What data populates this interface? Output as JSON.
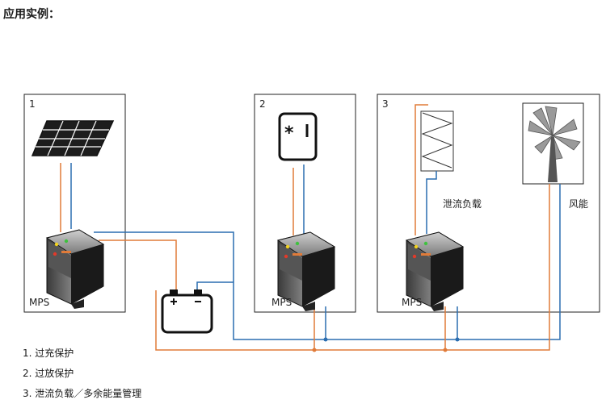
{
  "title": "应用实例：",
  "panels": [
    {
      "number": "1",
      "device_label": "MPS"
    },
    {
      "number": "2",
      "device_label": "MPS"
    },
    {
      "number": "3",
      "device_label": "MPS",
      "dump_load_label": "泄流负载",
      "wind_label": "风能"
    }
  ],
  "legend": [
    "1. 过充保护",
    "2. 过放保护",
    "3. 泄流负载／多余能量管理"
  ],
  "colors": {
    "positive_wire": "#e07b39",
    "negative_wire": "#2a6db0"
  }
}
